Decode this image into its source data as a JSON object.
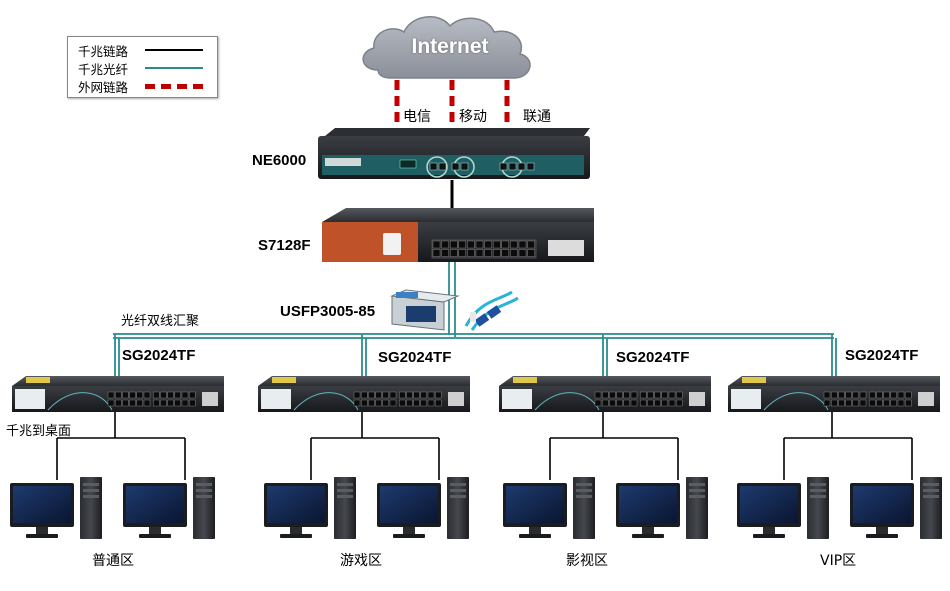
{
  "legend": {
    "items": [
      {
        "label": "千兆链路",
        "color": "#000000",
        "style": "solid"
      },
      {
        "label": "千兆光纤",
        "color": "#2a8c8c",
        "style": "solid"
      },
      {
        "label": "外网链路",
        "color": "#c00000",
        "style": "dashed"
      }
    ]
  },
  "internet": {
    "label": "Internet"
  },
  "isp_links": [
    "电信",
    "移动",
    "联通"
  ],
  "devices": {
    "router": {
      "label": "NE6000"
    },
    "core_switch": {
      "label": "S7128F"
    },
    "fiber_module": {
      "label": "USFP3005-85"
    }
  },
  "aggregation_label": "光纤双线汇聚",
  "access_switches": [
    {
      "label": "SG2024TF",
      "zone": "普通区"
    },
    {
      "label": "SG2024TF",
      "zone": "游戏区"
    },
    {
      "label": "SG2024TF",
      "zone": "影视区"
    },
    {
      "label": "SG2024TF",
      "zone": "VIP区"
    }
  ],
  "desktop_label": "千兆到桌面",
  "colors": {
    "fiber": "#2a8c8c",
    "wan": "#c00000",
    "copper": "#000000"
  }
}
